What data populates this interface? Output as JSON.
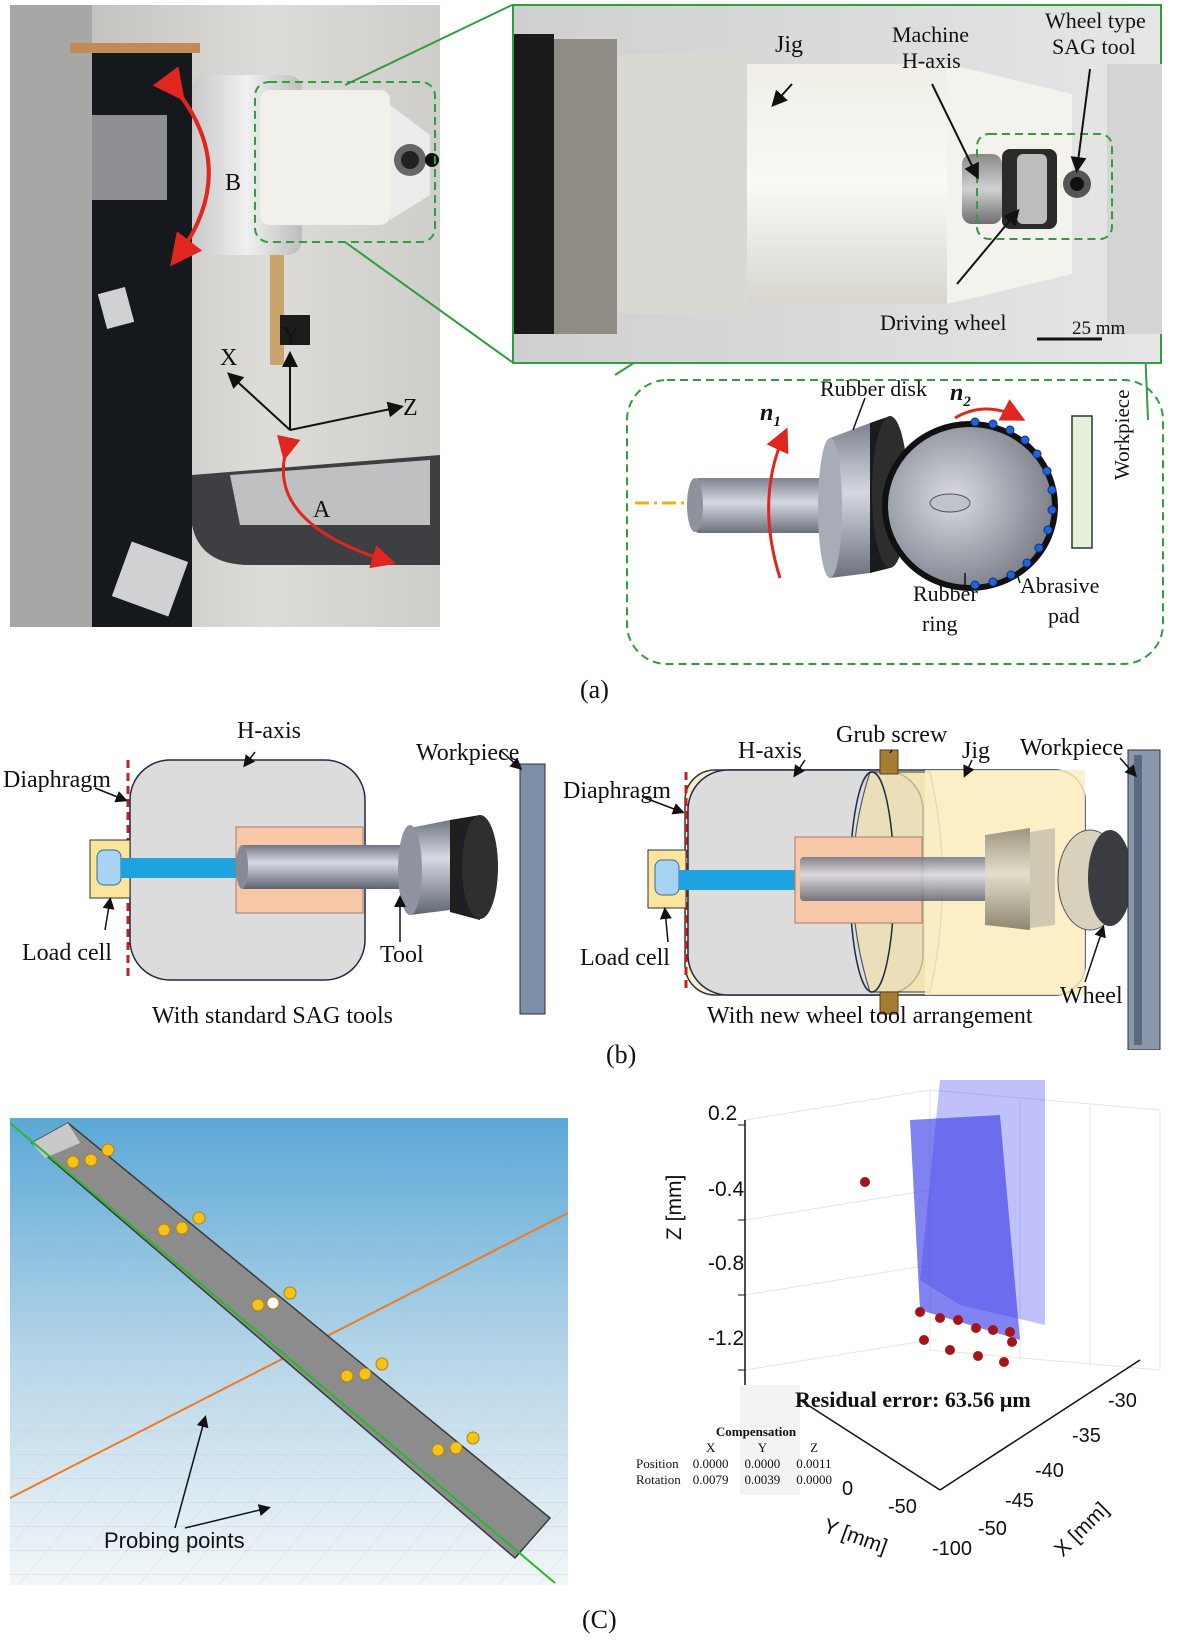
{
  "panel_a": {
    "caption": "(a)",
    "axes": {
      "x": "X",
      "y": "Y",
      "z": "Z",
      "a": "A",
      "b": "B"
    },
    "zoom_labels": {
      "jig": "Jig",
      "machine_h_axis_line1": "Machine",
      "machine_h_axis_line2": "H-axis",
      "wheel_tool_line1": "Wheel type",
      "wheel_tool_line2": "SAG tool",
      "driving_wheel": "Driving wheel",
      "scale": "25 mm"
    },
    "schematic_labels": {
      "rubber_disk": "Rubber disk",
      "n1": "n",
      "n1_sub": "1",
      "n2": "n",
      "n2_sub": "2",
      "workpiece": "Workpiece",
      "rubber_ring_line1": "Rubber",
      "rubber_ring_line2": "ring",
      "abrasive_pad_line1": "Abrasive",
      "abrasive_pad_line2": "pad"
    }
  },
  "panel_b": {
    "caption": "(b)",
    "left": {
      "h_axis": "H-axis",
      "workpiece": "Workpiece",
      "diaphragm": "Diaphragm",
      "load_cell": "Load cell",
      "tool": "Tool",
      "subtitle": "With standard SAG tools"
    },
    "right": {
      "grub_screw": "Grub screw",
      "h_axis": "H-axis",
      "jig": "Jig",
      "workpiece": "Workpiece",
      "diaphragm": "Diaphragm",
      "load_cell": "Load cell",
      "wheel": "Wheel",
      "subtitle": "With new wheel tool arrangement"
    }
  },
  "panel_c": {
    "caption": "(C)",
    "probing_points": "Probing points",
    "plot": {
      "z_label": "Z [mm]",
      "y_label": "Y [mm]",
      "x_label": "X [mm]",
      "z_ticks": [
        "0.2",
        "-0.4",
        "-0.8",
        "-1.2"
      ],
      "y_ticks": [
        "0",
        "-50",
        "-100"
      ],
      "x_ticks": [
        "-50",
        "-45",
        "-40",
        "-35",
        "-30"
      ],
      "residual": "Residual error: 63.56 μm"
    },
    "compensation": {
      "title": "Compensation",
      "headers": [
        "",
        "X",
        "Y",
        "Z"
      ],
      "rows": [
        [
          "Position",
          "0.0000",
          "0.0000",
          "0.0011"
        ],
        [
          "Rotation",
          "0.0079",
          "0.0039",
          "0.0000"
        ]
      ]
    }
  },
  "colors": {
    "zoom_frame": "#2e9e3e",
    "arrow_red": "#e0261f",
    "shaft_blue": "#1fa3e0",
    "jig_yellow": "#fbefc6",
    "haxis_gray": "#dcdcdc",
    "workpiece_gray": "#7d8ea8",
    "plot_surface": "#4a4ef2",
    "probe_red": "#a31518"
  }
}
